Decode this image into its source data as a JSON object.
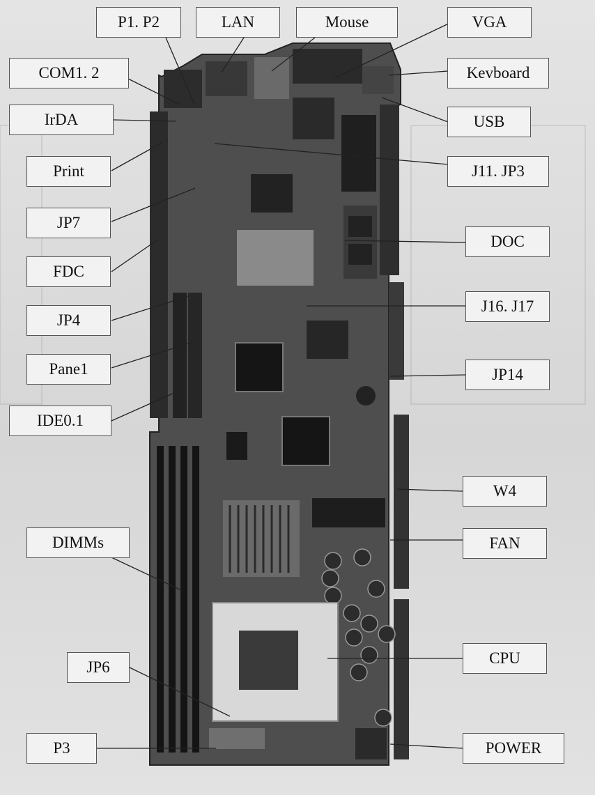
{
  "diagram": {
    "labels": {
      "p1_p2": "P1. P2",
      "lan": "LAN",
      "mouse": "Mouse",
      "vga": "VGA",
      "com12": "COM1. 2",
      "keyboard": "Kevboard",
      "irda": "IrDA",
      "usb": "USB",
      "print": "Print",
      "j11_jp3": "J11. JP3",
      "jp7": "JP7",
      "doc": "DOC",
      "fdc": "FDC",
      "jp4": "JP4",
      "j16_j17": "J16. J17",
      "panel": "Pane1",
      "jp14": "JP14",
      "ide01": "IDE0.1",
      "w4": "W4",
      "dimms": "DIMMs",
      "fan": "FAN",
      "cpu": "CPU",
      "jp6": "JP6",
      "p3": "P3",
      "power": "POWER"
    }
  }
}
